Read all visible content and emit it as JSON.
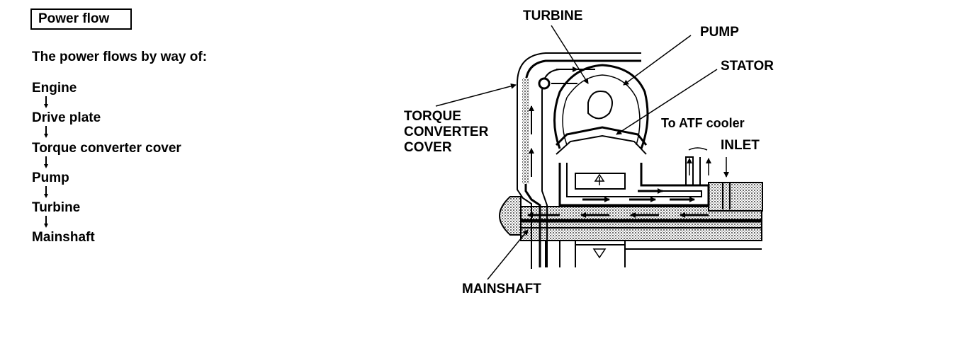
{
  "left_panel": {
    "title": "Power flow",
    "intro": "The power flows by way of:",
    "steps": [
      "Engine",
      "Drive plate",
      "Torque converter cover",
      "Pump",
      "Turbine",
      "Mainshaft"
    ]
  },
  "diagram": {
    "labels": {
      "turbine": "TURBINE",
      "pump": "PUMP",
      "stator": "STATOR",
      "cover_line1": "TORQUE",
      "cover_line2": "CONVERTER",
      "cover_line3": "COVER",
      "atf_cooler": "To ATF cooler",
      "inlet": "INLET",
      "mainshaft": "MAINSHAFT"
    }
  }
}
